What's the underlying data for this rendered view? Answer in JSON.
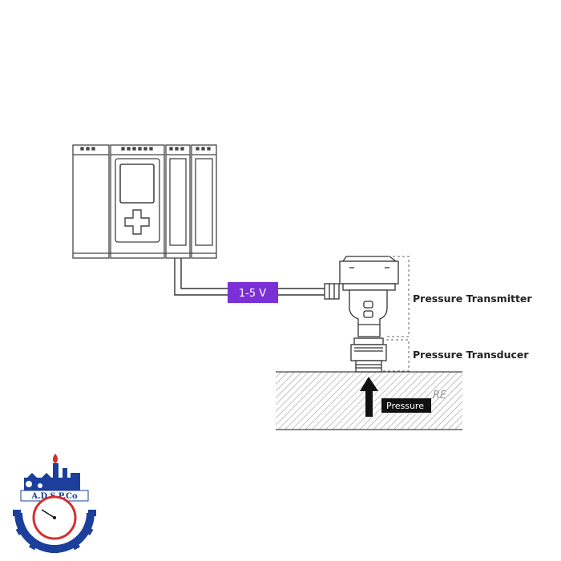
{
  "diagram": {
    "signal_label": "1-5 V",
    "transmitter_label": "Pressure Transmitter",
    "transducer_label": "Pressure Transducer",
    "pressure_label": "Pressure",
    "watermark": "RE"
  },
  "logo": {
    "text": "A.D.S.P.Co"
  },
  "colors": {
    "signal_box": "#7b2fd6",
    "line": "#333333",
    "logo_blue": "#1b3f9a",
    "logo_red": "#d32f2f"
  }
}
